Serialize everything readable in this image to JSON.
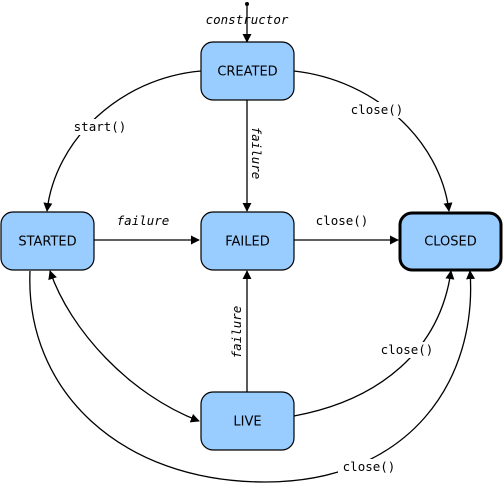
{
  "states": {
    "created": "CREATED",
    "started": "STARTED",
    "failed": "FAILED",
    "closed": "CLOSED",
    "live": "LIVE"
  },
  "transitions": {
    "constructor": "constructor",
    "start": "start()",
    "failure_created_failed": "failure",
    "failure_started_failed": "failure",
    "failure_live_failed": "failure",
    "close_created": "close()",
    "close_failed": "close()",
    "close_live": "close()",
    "close_started": "close()"
  },
  "colors": {
    "node_fill": "#99ccff",
    "stroke": "#000000",
    "background": "#ffffff"
  }
}
